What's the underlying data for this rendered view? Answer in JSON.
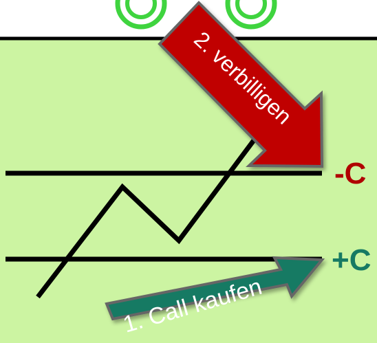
{
  "labels": {
    "minus_c": "-C",
    "plus_c": "+C"
  },
  "arrows": {
    "sell_label": "2. verbilligen",
    "buy_label": "1. Call kaufen"
  },
  "colors": {
    "panel": "#ccf4a2",
    "smiley": "#3fd43f",
    "sell_arrow": "#c00000",
    "buy_arrow": "#167a63",
    "minus_c": "#b00000",
    "plus_c": "#167a63"
  }
}
